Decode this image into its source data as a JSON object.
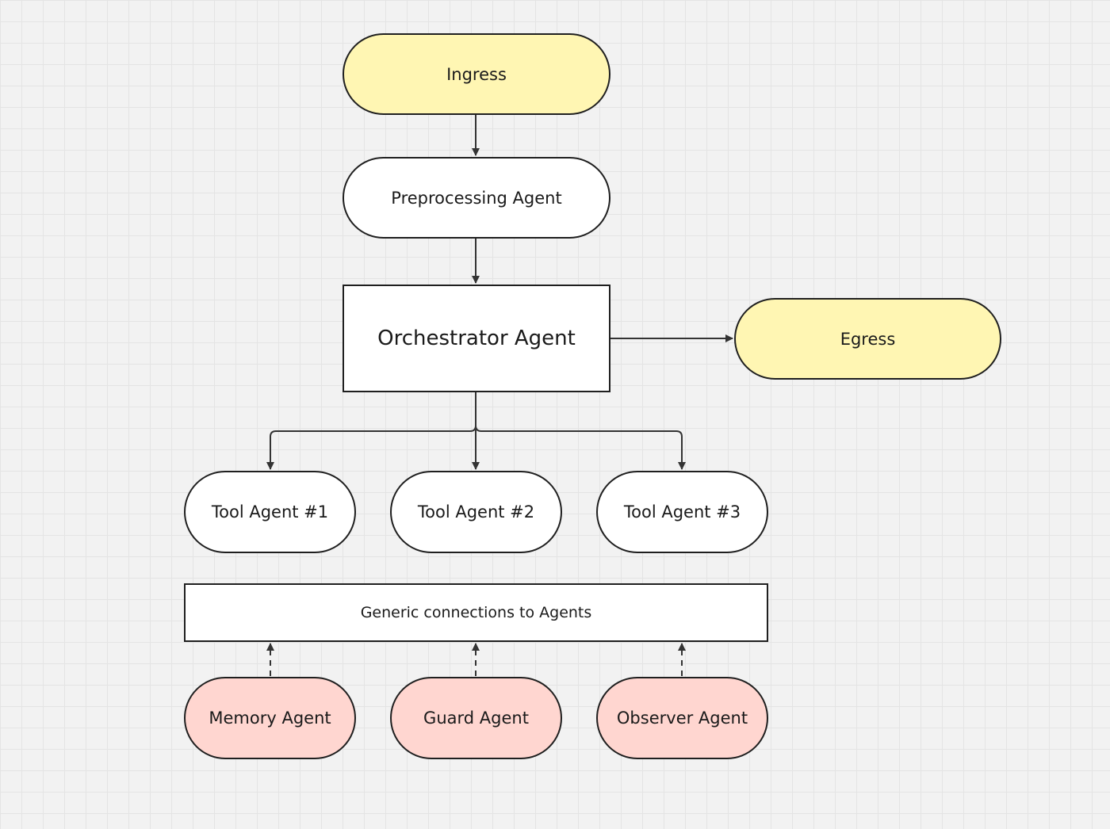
{
  "diagram": {
    "nodes": {
      "ingress": {
        "label": "Ingress"
      },
      "preprocessing": {
        "label": "Preprocessing Agent"
      },
      "orchestrator": {
        "label": "Orchestrator Agent"
      },
      "egress": {
        "label": "Egress"
      },
      "tool1": {
        "label": "Tool Agent #1"
      },
      "tool2": {
        "label": "Tool Agent #2"
      },
      "tool3": {
        "label": "Tool Agent #3"
      },
      "generic": {
        "label": "Generic connections to Agents"
      },
      "memory": {
        "label": "Memory Agent"
      },
      "guard": {
        "label": "Guard Agent"
      },
      "observer": {
        "label": "Observer Agent"
      }
    },
    "edges": [
      {
        "from": "ingress",
        "to": "preprocessing",
        "style": "solid"
      },
      {
        "from": "preprocessing",
        "to": "orchestrator",
        "style": "solid"
      },
      {
        "from": "orchestrator",
        "to": "egress",
        "style": "solid"
      },
      {
        "from": "orchestrator",
        "to": "tool1",
        "style": "solid"
      },
      {
        "from": "orchestrator",
        "to": "tool2",
        "style": "solid"
      },
      {
        "from": "orchestrator",
        "to": "tool3",
        "style": "solid"
      },
      {
        "from": "memory",
        "to": "generic",
        "style": "dashed"
      },
      {
        "from": "guard",
        "to": "generic",
        "style": "dashed"
      },
      {
        "from": "observer",
        "to": "generic",
        "style": "dashed"
      }
    ],
    "colors": {
      "terminal_fill": "#fff6b3",
      "agent_fill": "#ffffff",
      "support_agent_fill": "#ffd6d0",
      "stroke": "#1f1f1f",
      "canvas": "#f2f2f2"
    }
  }
}
